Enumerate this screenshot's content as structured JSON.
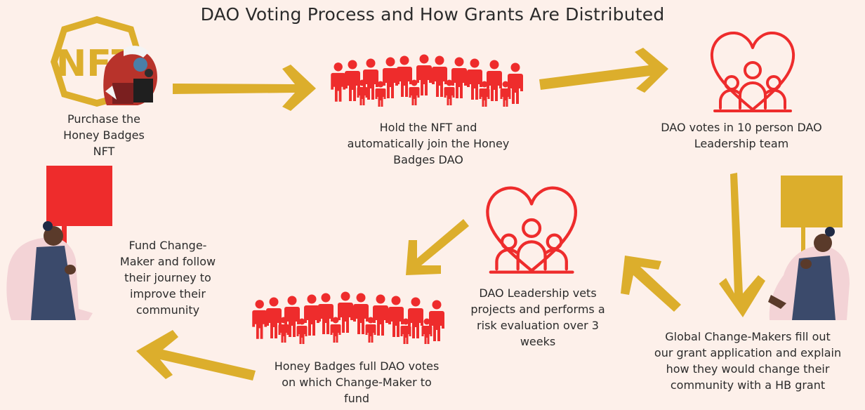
{
  "title": "DAO Voting Process and How Grants Are Distributed",
  "nft_logo_text": "NFT",
  "steps": [
    {
      "label": "Purchase the Honey Badges NFT",
      "lines": [
        "Purchase the",
        "Honey Badges",
        "NFT"
      ]
    },
    {
      "label": "Hold the NFT and automatically join the Honey Badges DAO",
      "lines": [
        "Hold the NFT and",
        "automatically join the Honey",
        "Badges DAO"
      ]
    },
    {
      "label": "DAO votes in 10 person DAO Leadership team",
      "lines": [
        "DAO votes in 10 person DAO",
        "Leadership team"
      ]
    },
    {
      "label": "Global Change-Makers fill out our grant application and explain how they would change their community with a HB grant",
      "lines": [
        "Global Change-Makers fill out",
        "our grant application and explain",
        "how they would change their",
        "community with a HB grant"
      ]
    },
    {
      "label": "DAO Leadership vets projects and performs a risk evaluation over 3 weeks",
      "lines": [
        "DAO Leadership vets",
        "projects and performs a",
        "risk evaluation over 3",
        "weeks"
      ]
    },
    {
      "label": "Honey Badges full DAO votes on which Change-Maker to fund",
      "lines": [
        "Honey Badges full DAO votes",
        "on which Change-Maker to",
        "fund"
      ]
    },
    {
      "label": "Fund Change-Maker and follow their journey to improve their community",
      "lines": [
        "Fund Change-",
        "Maker and follow",
        "their journey to",
        "improve their",
        "community"
      ]
    }
  ],
  "colors": {
    "background": "#fdf0ea",
    "arrow": "#dcae2c",
    "icon_red": "#ee2c2c",
    "text": "#2b2b2b",
    "hexagon": "#dcae2c"
  },
  "icons": [
    "nft-hexagon-logo",
    "crowd-icon",
    "heart-family-icon",
    "protester-sign-icon"
  ]
}
